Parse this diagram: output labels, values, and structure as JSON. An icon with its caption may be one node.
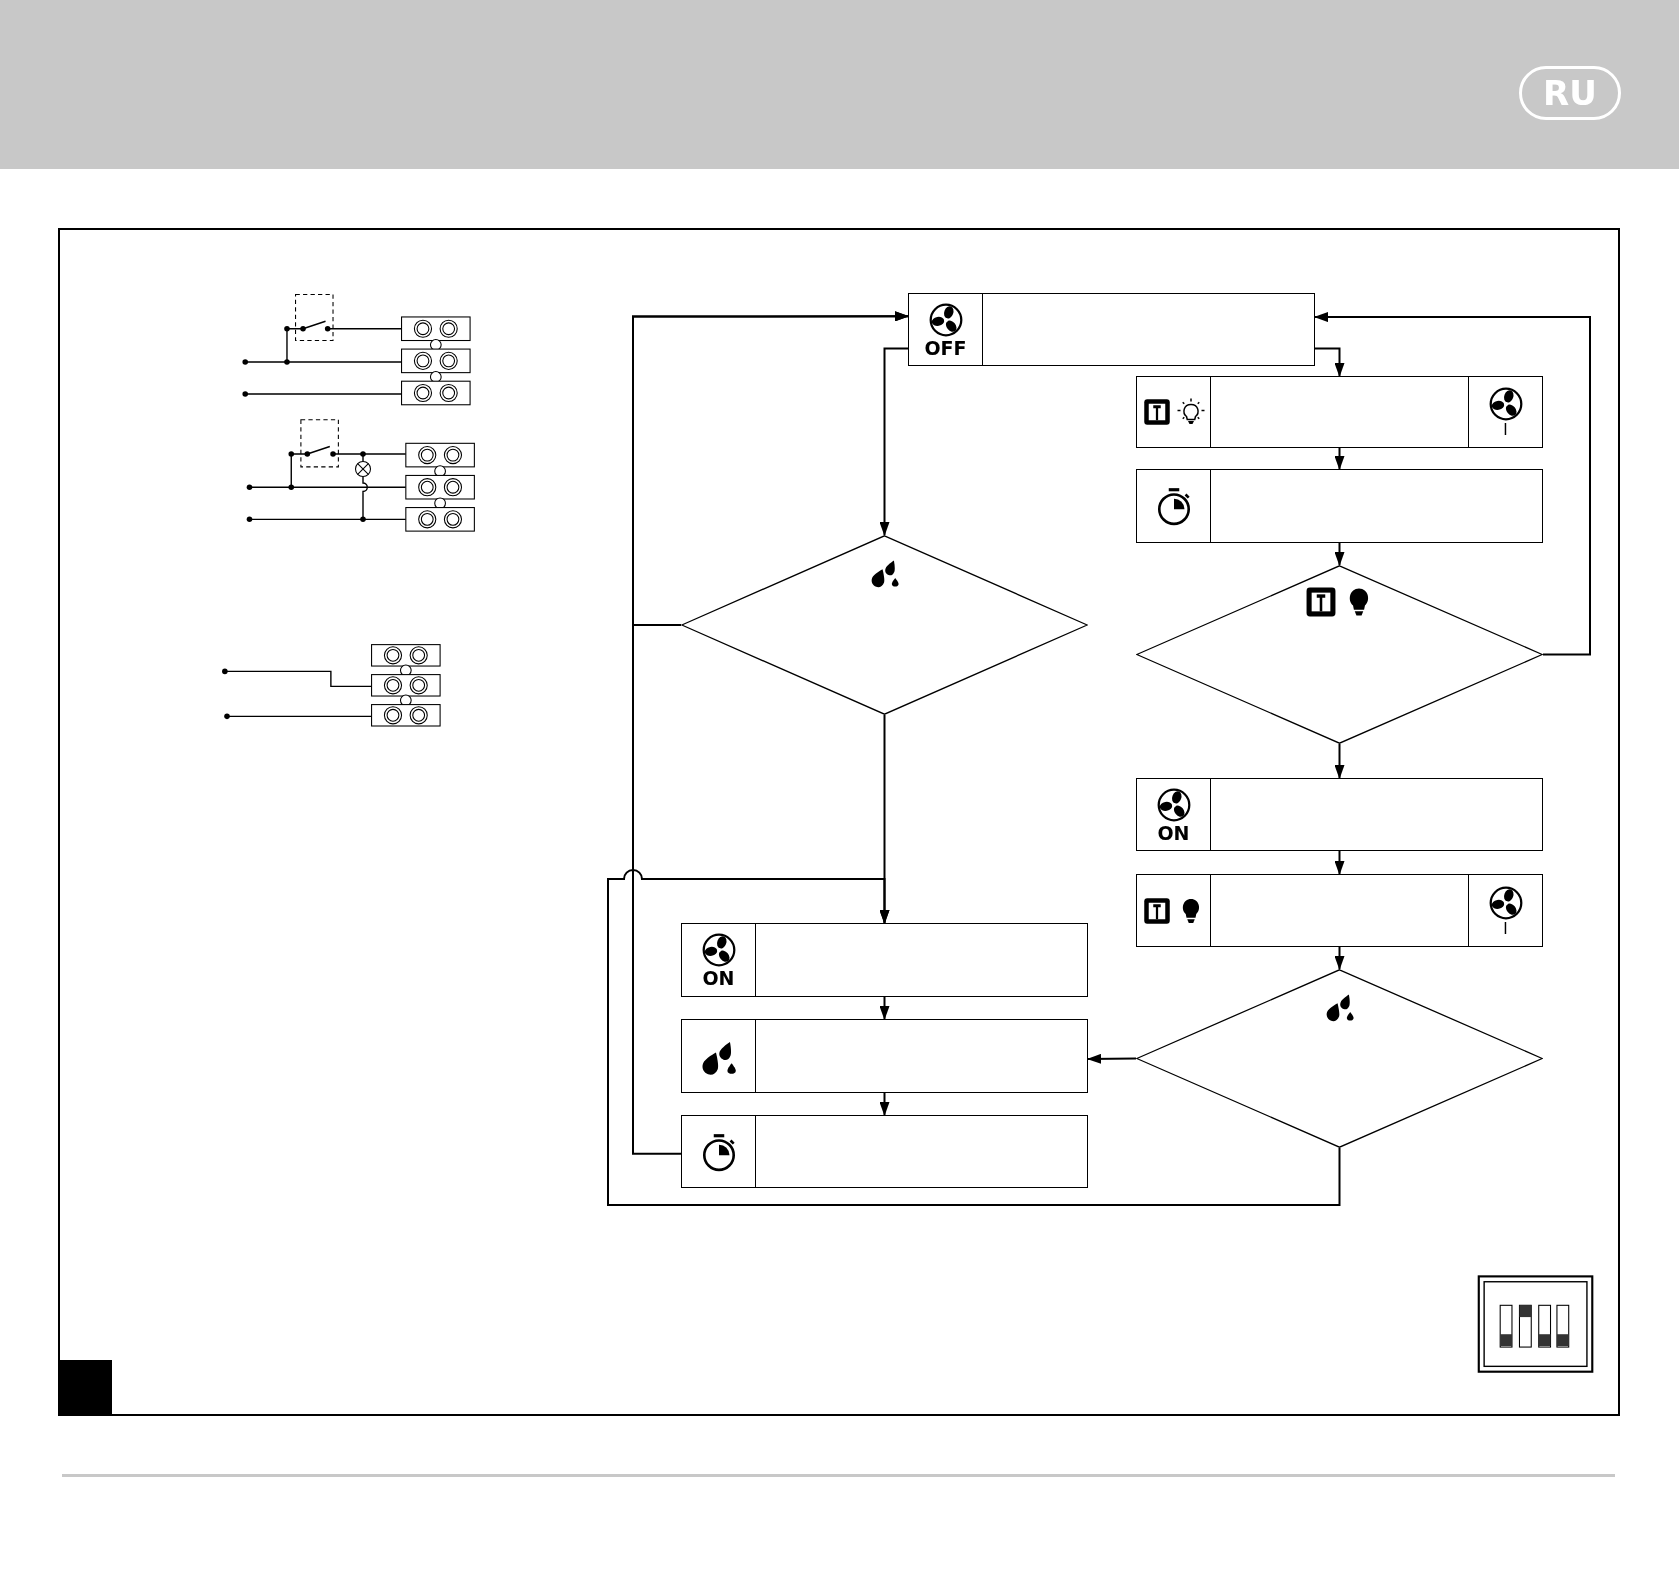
{
  "diagram": {
    "nodes": [
      {
        "text": [
          "OFF"
        ]
      },
      {
        "text": [
          "I"
        ]
      },
      {
        "text": [],
        "shape": "box"
      },
      {
        "text": [],
        "shape": "diamond"
      },
      {
        "text": [
          "ON"
        ]
      },
      {
        "text": [
          "I"
        ]
      },
      {
        "text": [],
        "shape": "diamond"
      },
      {
        "text": [],
        "shape": "diamond"
      },
      {
        "text": [
          "ON"
        ]
      },
      {
        "text": [],
        "shape": "box"
      },
      {
        "text": [],
        "shape": "box"
      }
    ],
    "edges": [
      {
        "from": 0,
        "to": 1,
        "arrow": "to"
      },
      {
        "from": 1,
        "to": 2,
        "arrow": "to"
      },
      {
        "from": 2,
        "to": 3,
        "arrow": "to"
      },
      {
        "from": 3,
        "to": 0,
        "arrow": "to"
      },
      {
        "from": 3,
        "to": 4,
        "arrow": "to"
      },
      {
        "from": 4,
        "to": 5,
        "arrow": "to"
      },
      {
        "from": 5,
        "to": 6,
        "arrow": "to"
      },
      {
        "from": 6,
        "to": 9,
        "arrow": "to"
      },
      {
        "from": 6,
        "to": 8,
        "arrow": "to"
      },
      {
        "from": 0,
        "to": 7,
        "arrow": "to"
      },
      {
        "from": 7,
        "to": 8,
        "arrow": "to"
      },
      {
        "from": 7,
        "to": 0,
        "arrow": "to"
      },
      {
        "from": 8,
        "to": 9,
        "arrow": "to"
      },
      {
        "from": 9,
        "to": 10,
        "arrow": "to"
      },
      {
        "from": 10,
        "to": 0,
        "arrow": "to"
      }
    ],
    "labels": [
      "RU"
    ]
  }
}
